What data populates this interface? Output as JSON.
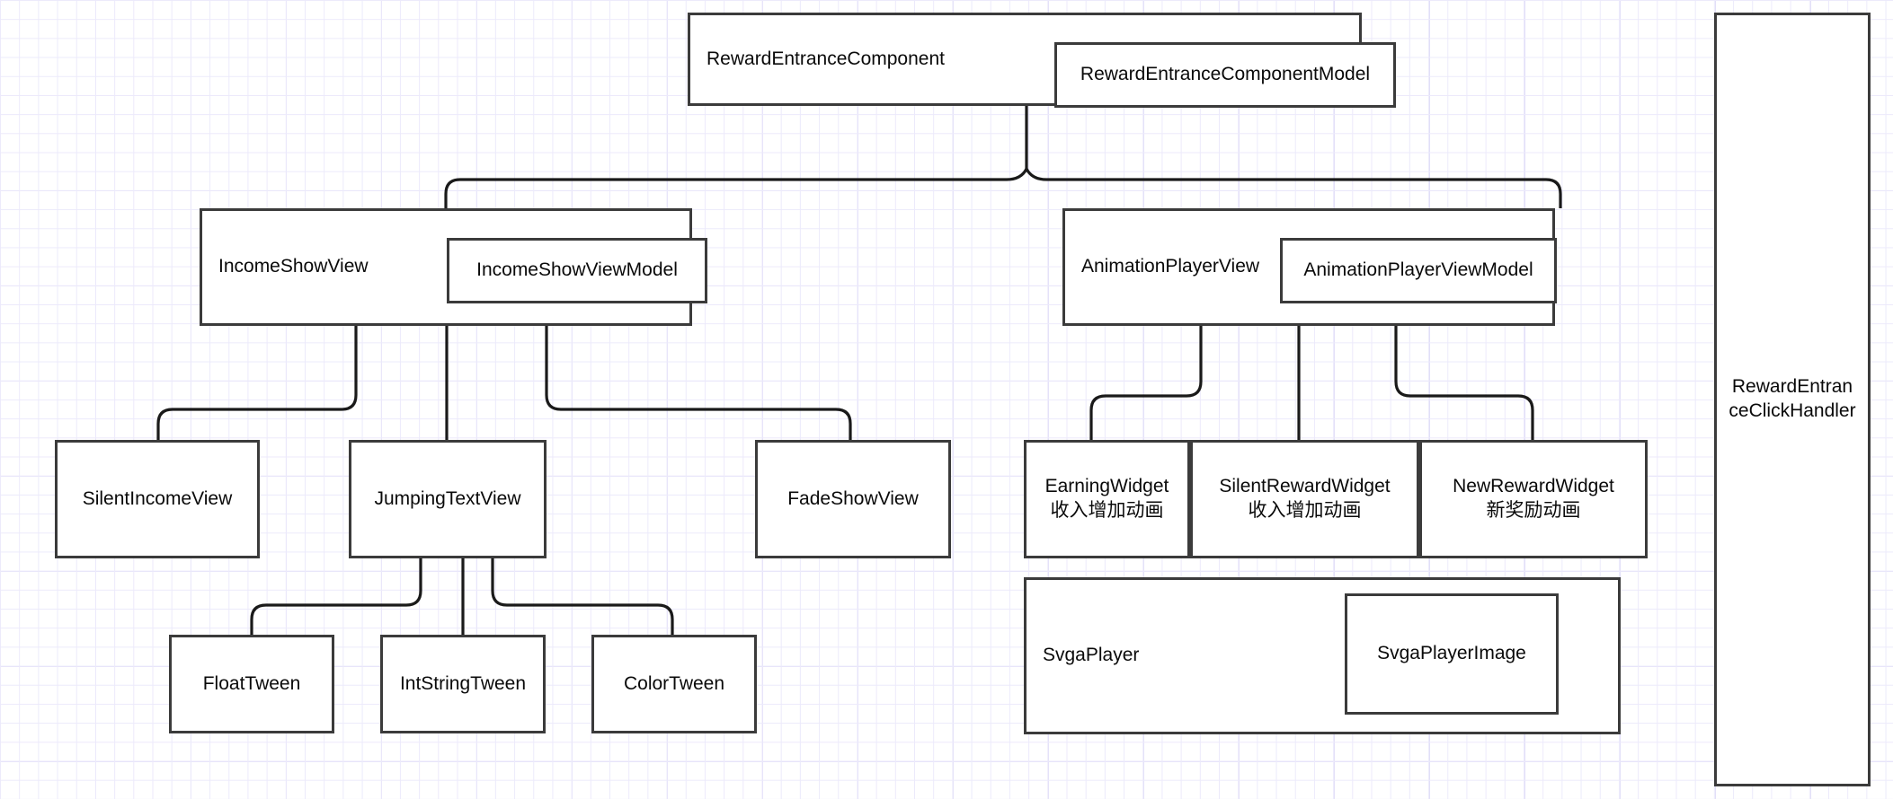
{
  "diagram": {
    "title": "RewardEntranceComponent architecture",
    "background": {
      "grid_minor_color": "#eceafb",
      "grid_major_color": "#e2dff8",
      "paper_color": "#ffffff"
    },
    "node_style": {
      "border_color": "#3b3b3b",
      "fill_color": "#ffffff",
      "text_color": "#0a0a0a"
    },
    "nodes": {
      "reward_entrance_component": "RewardEntranceComponent",
      "reward_entrance_component_model": "RewardEntranceComponentModel",
      "income_show_view": "IncomeShowView",
      "income_show_view_model": "IncomeShowViewModel",
      "animation_player_view": "AnimationPlayerView",
      "animation_player_view_model": "AnimationPlayerViewModel",
      "silent_income_view": "SilentIncomeView",
      "jumping_text_view": "JumpingTextView",
      "fade_show_view": "FadeShowView",
      "float_tween": "FloatTween",
      "int_string_tween": "IntStringTween",
      "color_tween": "ColorTween",
      "earning_widget": "EarningWidget\n收入增加动画",
      "silent_reward_widget": "SilentRewardWidget\n收入增加动画",
      "new_reward_widget": "NewRewardWidget\n新奖励动画",
      "svga_player": "SvgaPlayer",
      "svga_player_image": "SvgaPlayerImage",
      "reward_entrance_click_handler": "RewardEntran\nceClickHandler"
    }
  }
}
